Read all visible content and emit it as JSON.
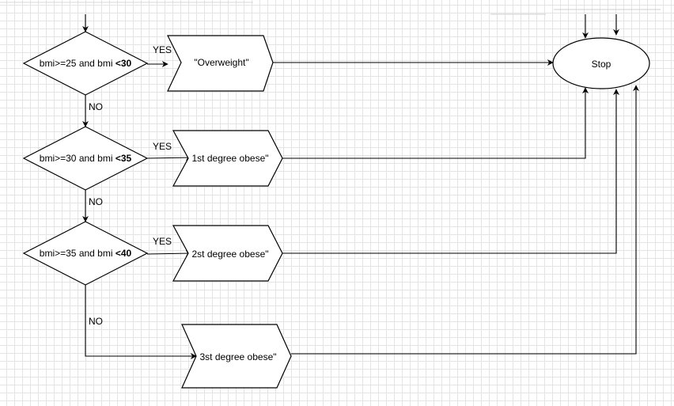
{
  "decisions": [
    {
      "normal": "bmi>=25 and bmi ",
      "bold": "<30"
    },
    {
      "normal": "bmi>=30 and bmi ",
      "bold": "<35"
    },
    {
      "normal": "bmi>=35 and bmi ",
      "bold": "<40"
    }
  ],
  "outputs": [
    "\"Overweight\"",
    "1st degree obese\"",
    "2st degree obese\"",
    "3st degree obese\""
  ],
  "terminal": "Stop",
  "edge_labels": {
    "yes": "YES",
    "no": "NO"
  }
}
